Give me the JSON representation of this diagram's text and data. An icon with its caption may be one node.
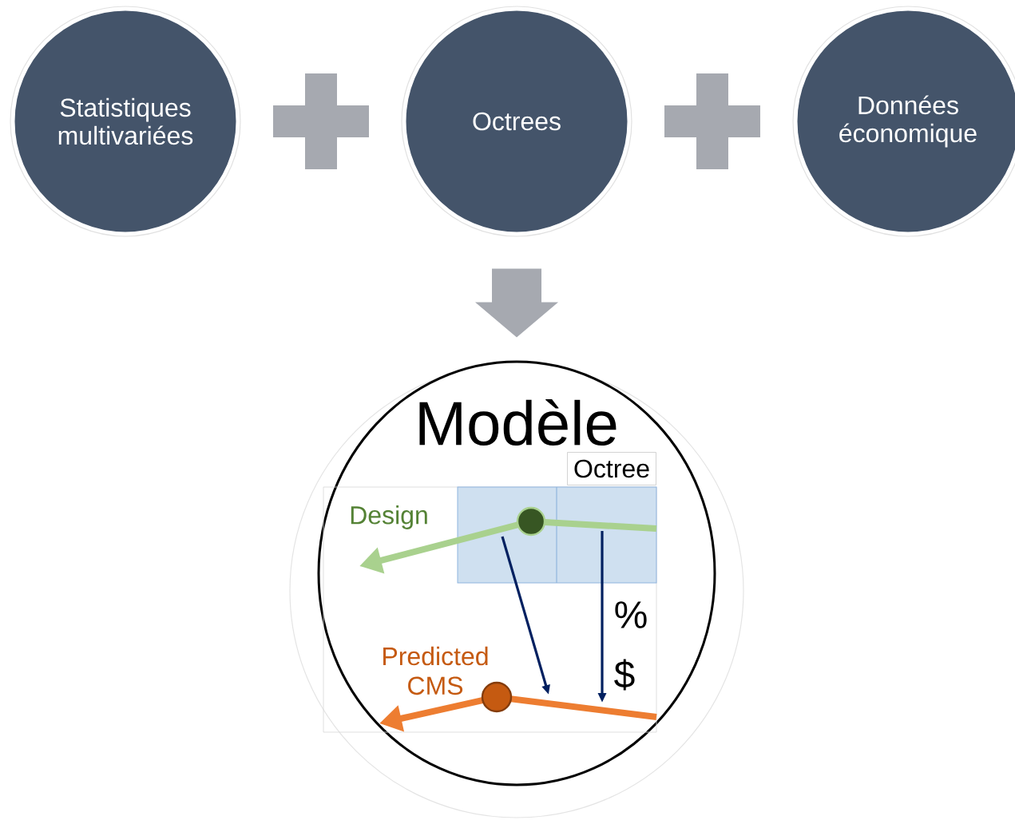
{
  "diagram": {
    "nodes": [
      {
        "text": [
          "Statistiques multivariées"
        ]
      },
      {
        "text": [],
        "shape": "plus"
      },
      {
        "text": [
          "Octrees"
        ]
      },
      {
        "text": [],
        "shape": "plus"
      },
      {
        "text": [
          "Données économique"
        ]
      },
      {
        "text": [
          "Modèle"
        ]
      },
      {
        "text": [
          "Octree"
        ],
        "in": 5
      }
    ],
    "edges": [
      {
        "from": 2,
        "to": 5,
        "arrow": "to"
      }
    ],
    "labels": [
      "Design",
      "%",
      "Predicted CMS",
      "$"
    ]
  }
}
